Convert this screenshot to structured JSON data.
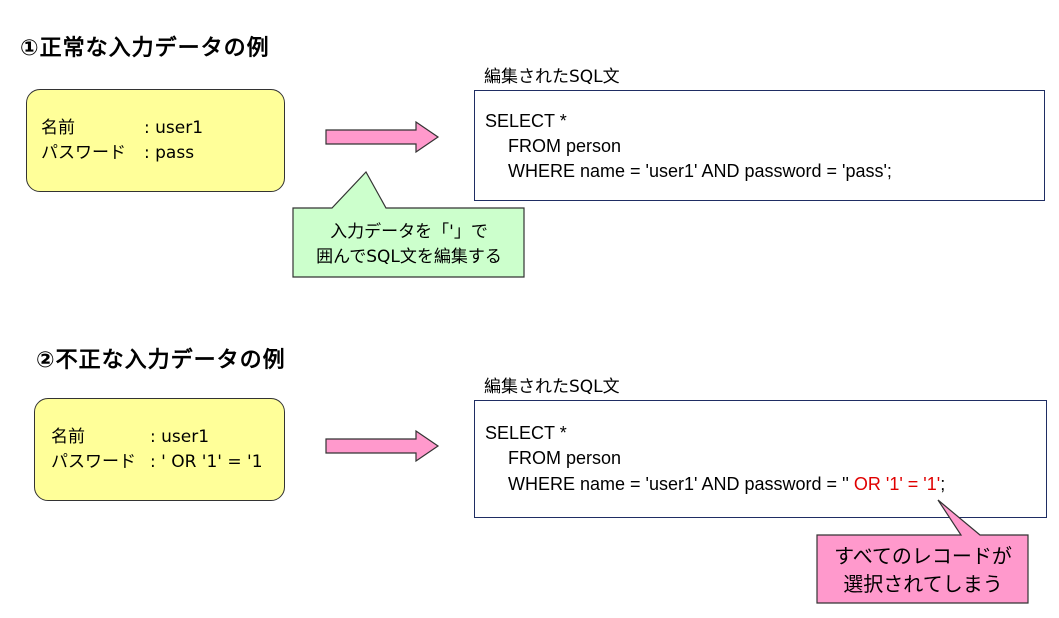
{
  "example1": {
    "title": "①正常な入力データの例",
    "input": {
      "name_label": "名前",
      "name_value": ": user1",
      "password_label": "パスワード",
      "password_value": ": pass"
    },
    "sql_caption": "編集されたSQL文",
    "sql": {
      "line1": "SELECT *",
      "line2": "FROM person",
      "line3": "WHERE name = 'user1' AND password = 'pass';"
    },
    "callout": {
      "line1": "入力データを「'」で",
      "line2": "囲んでSQL文を編集する",
      "fill": "#ccffcc"
    }
  },
  "example2": {
    "title": "②不正な入力データの例",
    "input": {
      "name_label": "名前",
      "name_value": ": user1",
      "password_label": "パスワード",
      "password_value": ": ' OR '1' = '1"
    },
    "sql_caption": "編集されたSQL文",
    "sql": {
      "line1": "SELECT *",
      "line2": "FROM person",
      "line3_before": "WHERE name = 'user1' AND password = '' ",
      "line3_injected": "OR '1' = '1'",
      "line3_after": ";"
    },
    "callout": {
      "line1": "すべてのレコードが",
      "line2": "選択されてしまう",
      "fill": "#ff99cc"
    }
  },
  "colors": {
    "input_fill": "#ffff99",
    "arrow_fill": "#ff99cc",
    "sql_border": "#1f2d63",
    "injected_text": "#e00000"
  }
}
